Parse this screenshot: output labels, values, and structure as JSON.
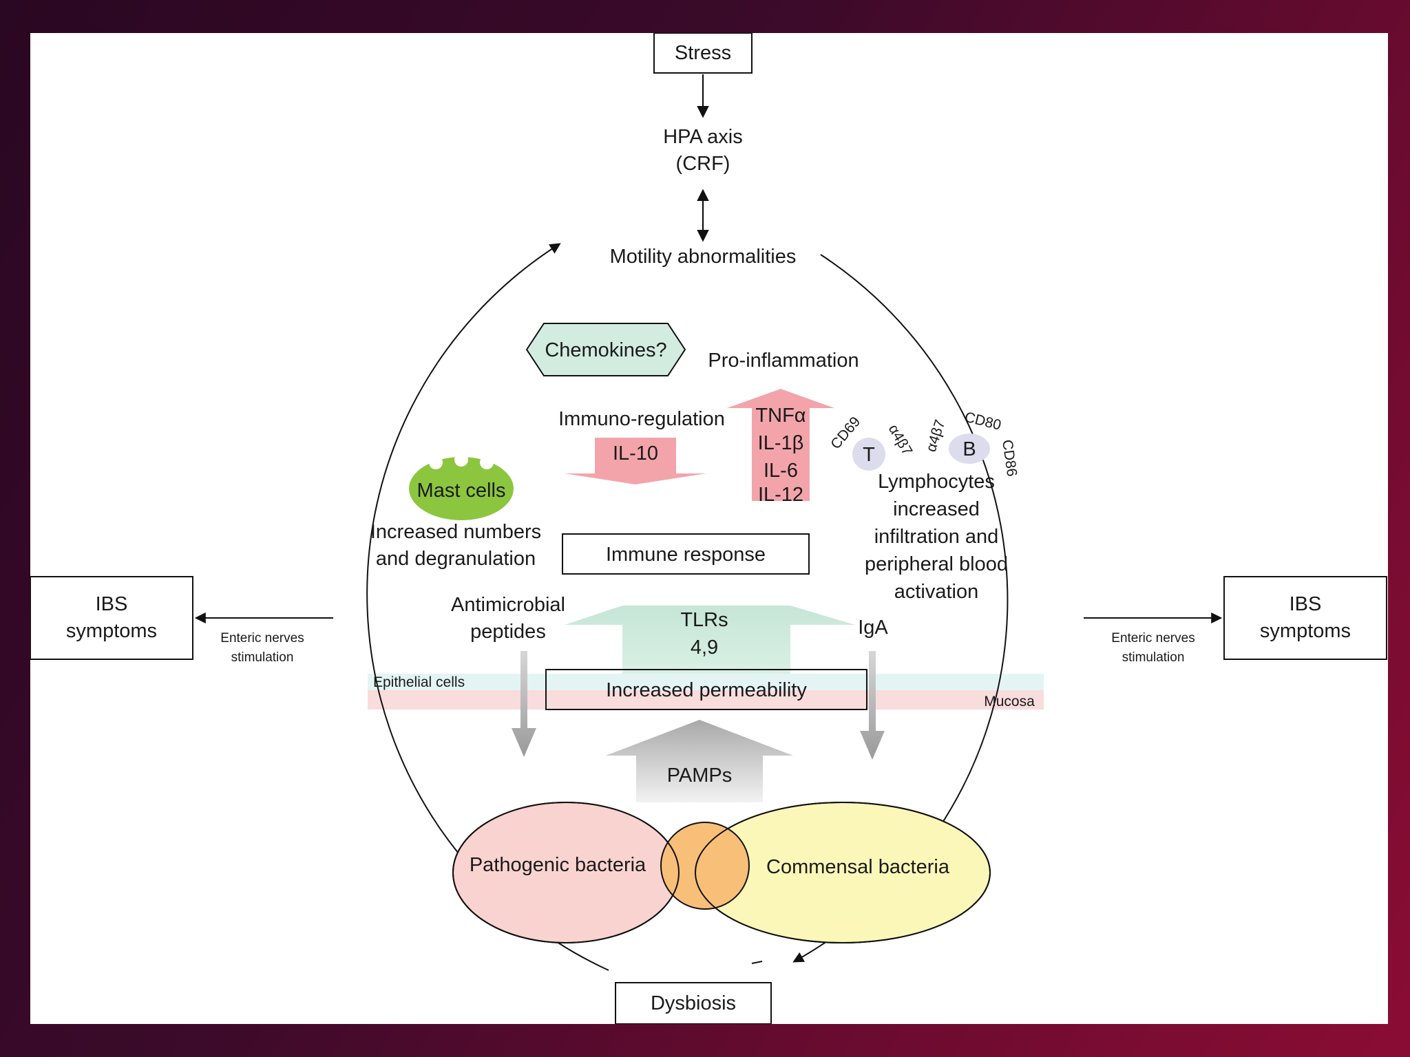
{
  "nodes": {
    "stress": "Stress",
    "hpa_line1": "HPA axis",
    "hpa_line2": "(CRF)",
    "motility": "Motility abnormalities",
    "chemokines": "Chemokines?",
    "pro_inflammation": "Pro-inflammation",
    "immuno_regulation": "Immuno-regulation",
    "il10": "IL-10",
    "cytokines": [
      "TNFα",
      "IL-1β",
      "IL-6",
      "IL-12"
    ],
    "t_cell": "T",
    "b_cell": "B",
    "t_markers": [
      "CD69",
      "α4β7"
    ],
    "b_markers": [
      "α4β7",
      "CD80",
      "CD86"
    ],
    "lymphocytes_lines": [
      "Lymphocytes",
      "increased",
      "infiltration and",
      "peripheral blood",
      "activation"
    ],
    "mast_cells": "Mast cells",
    "mast_desc_lines": [
      "Increased numbers",
      "and degranulation"
    ],
    "immune_response": "Immune response",
    "antimicrobial_lines": [
      "Antimicrobial",
      "peptides"
    ],
    "tlrs_lines": [
      "TLRs",
      "4,9"
    ],
    "iga": "IgA",
    "epithelial_cells": "Epithelial cells",
    "increased_permeability": "Increased permeability",
    "mucosa": "Mucosa",
    "pamps": "PAMPs",
    "pathogenic_bacteria": "Pathogenic bacteria",
    "commensal_bacteria": "Commensal bacteria",
    "dysbiosis": "Dysbiosis",
    "ibs_left_lines": [
      "IBS",
      "symptoms"
    ],
    "ibs_right_lines": [
      "IBS",
      "symptoms"
    ],
    "enteric_left_lines": [
      "Enteric nerves",
      "stimulation"
    ],
    "enteric_right_lines": [
      "Enteric nerves",
      "stimulation"
    ]
  },
  "colors": {
    "pink_arrow": "#f3a4ab",
    "green_arrow": "#cfe9dc",
    "mast_green": "#8cc63f",
    "chemokine_fill": "#d3ece0",
    "lymph_fill": "#dcdcec",
    "pathogenic_fill": "#f9d3cf",
    "commensal_fill": "#fbf7b8",
    "overlap_fill": "#f8bf78",
    "epithelial_band": "#e4f4f4",
    "mucosa_band": "#f9dcdc",
    "pamps_arrow": "#bdbdbd"
  }
}
